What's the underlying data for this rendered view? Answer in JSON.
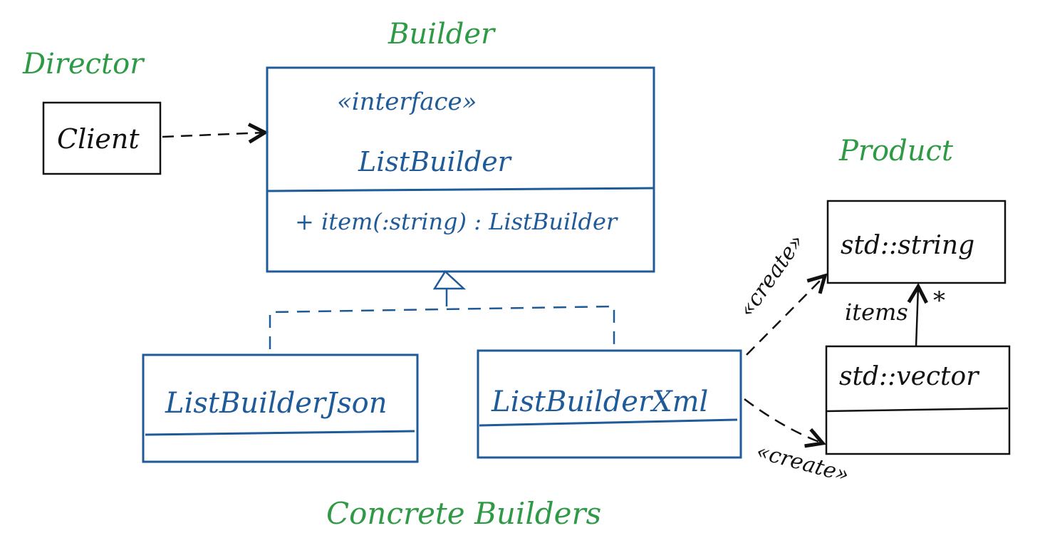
{
  "labels": {
    "director": "Director",
    "builder": "Builder",
    "product": "Product",
    "concrete_builders": "Concrete Builders"
  },
  "client": {
    "name": "Client"
  },
  "list_builder": {
    "stereotype": "«interface»",
    "name": "ListBuilder",
    "method": "+ item(:string) : ListBuilder"
  },
  "list_builder_json": {
    "name": "ListBuilderJson"
  },
  "list_builder_xml": {
    "name": "ListBuilderXml"
  },
  "string_class": {
    "name": "std::string"
  },
  "vector_class": {
    "name": "std::vector"
  },
  "association": {
    "role": "items",
    "multiplicity": "*"
  },
  "create_labels": {
    "upper": "«create»",
    "lower": "«create»"
  },
  "colors": {
    "green": "#2f9a45",
    "blue": "#1f5a99",
    "black": "#111111"
  }
}
